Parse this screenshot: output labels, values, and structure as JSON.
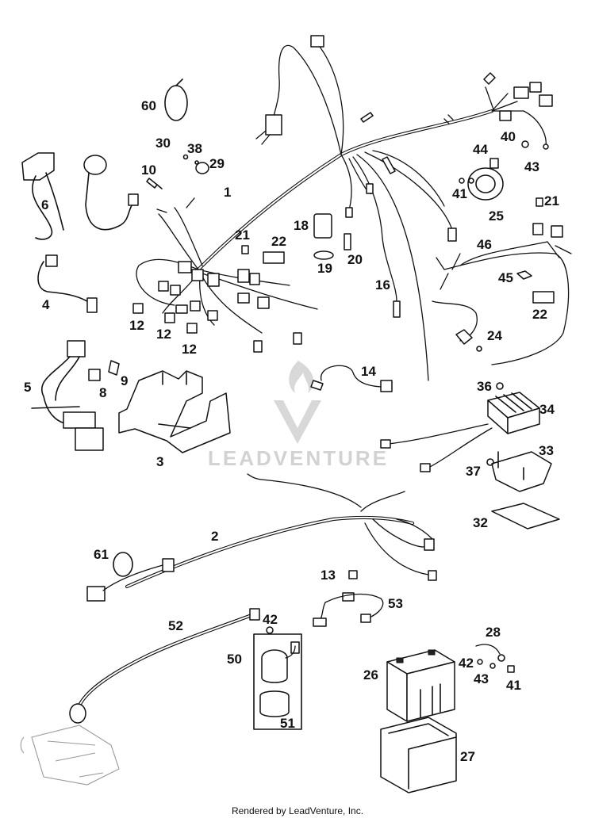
{
  "watermark": {
    "text": "LEADVENTURE"
  },
  "footer": {
    "text": "Rendered by LeadVenture, Inc."
  },
  "callouts": [
    {
      "id": "1",
      "text": "1"
    },
    {
      "id": "2",
      "text": "2"
    },
    {
      "id": "3",
      "text": "3"
    },
    {
      "id": "4",
      "text": "4"
    },
    {
      "id": "5",
      "text": "5"
    },
    {
      "id": "6",
      "text": "6"
    },
    {
      "id": "8",
      "text": "8"
    },
    {
      "id": "9",
      "text": "9"
    },
    {
      "id": "10",
      "text": "10"
    },
    {
      "id": "12a",
      "text": "12"
    },
    {
      "id": "12b",
      "text": "12"
    },
    {
      "id": "12c",
      "text": "12"
    },
    {
      "id": "13",
      "text": "13"
    },
    {
      "id": "14",
      "text": "14"
    },
    {
      "id": "16",
      "text": "16"
    },
    {
      "id": "18",
      "text": "18"
    },
    {
      "id": "19",
      "text": "19"
    },
    {
      "id": "20",
      "text": "20"
    },
    {
      "id": "21a",
      "text": "21"
    },
    {
      "id": "21b",
      "text": "21"
    },
    {
      "id": "22a",
      "text": "22"
    },
    {
      "id": "22b",
      "text": "22"
    },
    {
      "id": "24",
      "text": "24"
    },
    {
      "id": "25",
      "text": "25"
    },
    {
      "id": "26",
      "text": "26"
    },
    {
      "id": "27",
      "text": "27"
    },
    {
      "id": "28",
      "text": "28"
    },
    {
      "id": "29",
      "text": "29"
    },
    {
      "id": "30",
      "text": "30"
    },
    {
      "id": "32",
      "text": "32"
    },
    {
      "id": "33",
      "text": "33"
    },
    {
      "id": "34",
      "text": "34"
    },
    {
      "id": "36",
      "text": "36"
    },
    {
      "id": "37",
      "text": "37"
    },
    {
      "id": "38",
      "text": "38"
    },
    {
      "id": "40",
      "text": "40"
    },
    {
      "id": "41a",
      "text": "41"
    },
    {
      "id": "41b",
      "text": "41"
    },
    {
      "id": "42a",
      "text": "42"
    },
    {
      "id": "42b",
      "text": "42"
    },
    {
      "id": "43a",
      "text": "43"
    },
    {
      "id": "43b",
      "text": "43"
    },
    {
      "id": "44",
      "text": "44"
    },
    {
      "id": "45",
      "text": "45"
    },
    {
      "id": "46",
      "text": "46"
    },
    {
      "id": "50",
      "text": "50"
    },
    {
      "id": "51",
      "text": "51"
    },
    {
      "id": "52",
      "text": "52"
    },
    {
      "id": "53",
      "text": "53"
    },
    {
      "id": "60",
      "text": "60"
    },
    {
      "id": "61",
      "text": "61"
    }
  ]
}
